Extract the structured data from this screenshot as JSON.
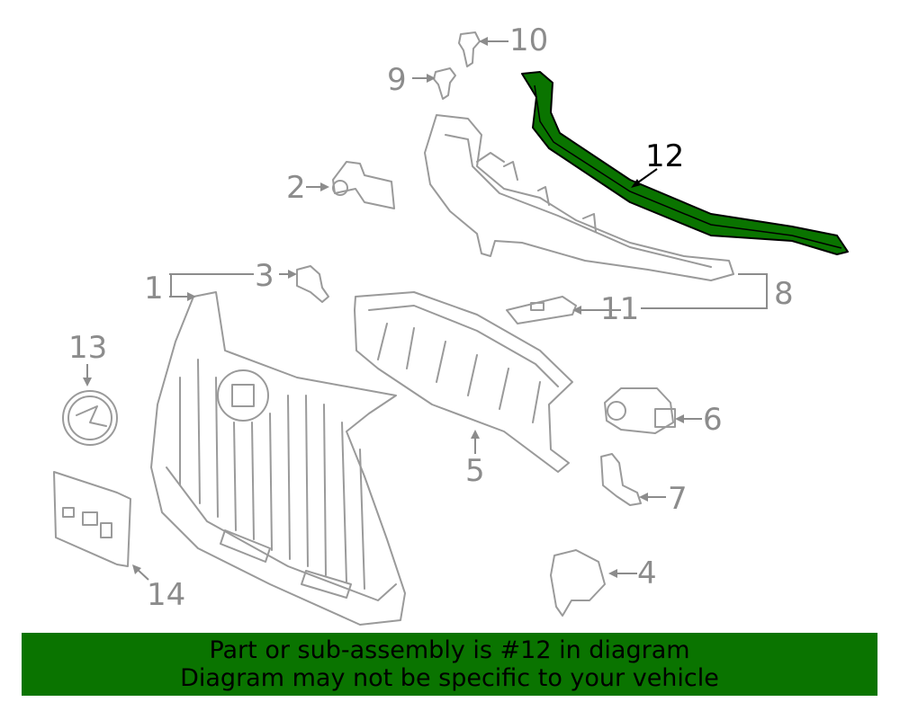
{
  "diagram": {
    "callouts": [
      "1",
      "2",
      "3",
      "4",
      "5",
      "6",
      "7",
      "8",
      "9",
      "10",
      "11",
      "12",
      "13",
      "14"
    ],
    "highlighted_part": "12",
    "colors": {
      "highlight": "#0a7400",
      "outline": "#9a9a9a",
      "text": "#8c8c8c"
    }
  },
  "banner": {
    "line1": "Part or sub-assembly is #12 in diagram",
    "line2": "Diagram may not be specific to your vehicle"
  }
}
